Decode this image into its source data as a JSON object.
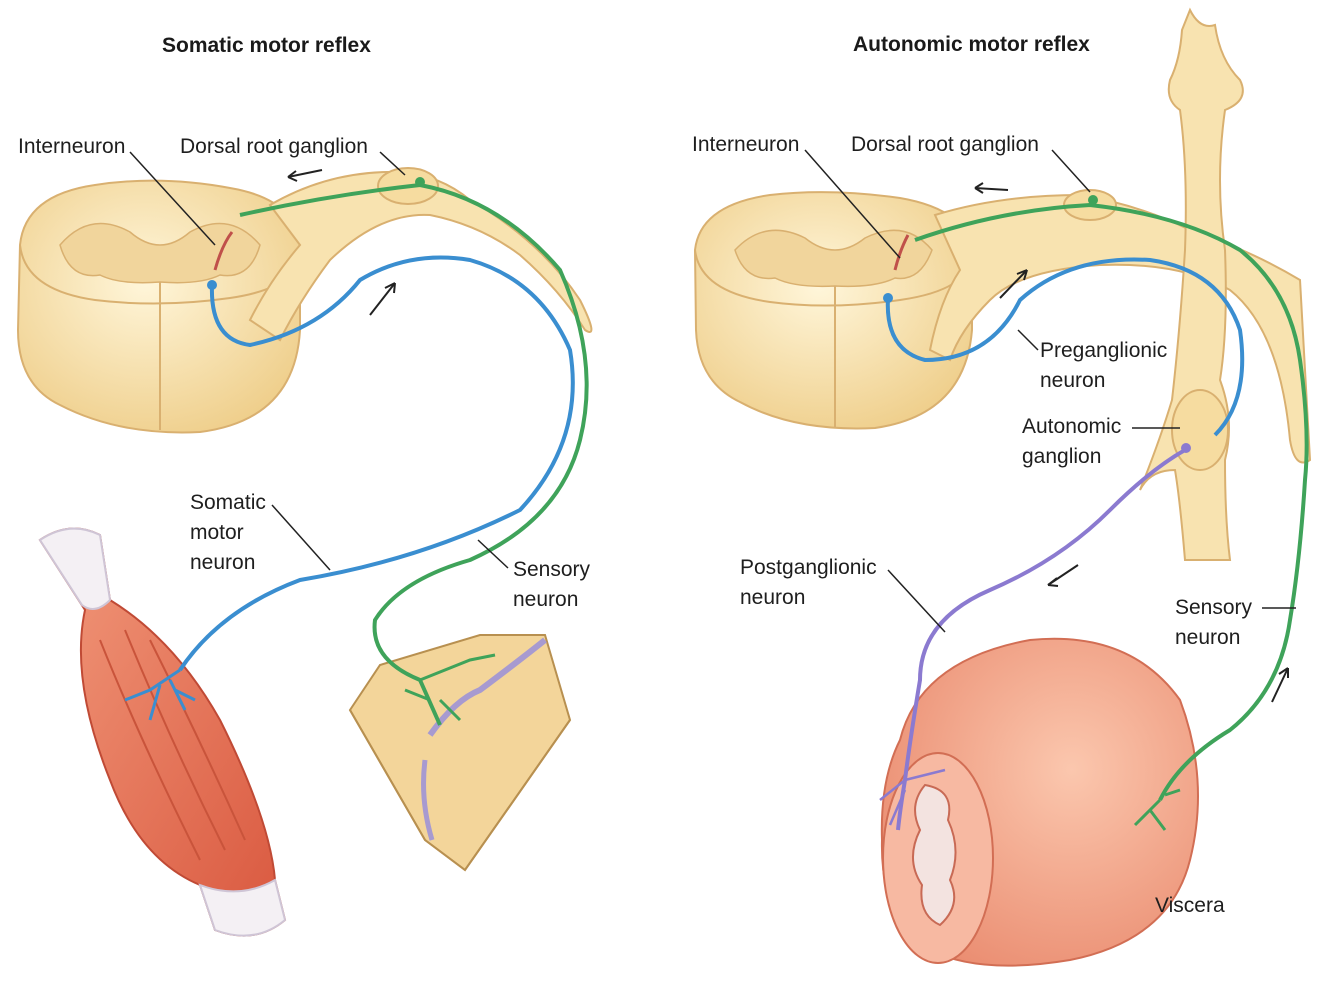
{
  "colors": {
    "nerve_tissue": "#f8e3b0",
    "sensory_neuron": "#3fa35a",
    "motor_neuron": "#3a8ed0",
    "postganglionic_neuron": "#8b7ad0",
    "interneuron": "#c0504a",
    "muscle": "#e47a5a",
    "viscera": "#f2a38a"
  },
  "somatic": {
    "title": "Somatic motor reflex",
    "interneuron": "Interneuron",
    "dorsal_root_ganglion": "Dorsal root ganglion",
    "somatic_motor_neuron": [
      "Somatic",
      "motor",
      "neuron"
    ],
    "sensory_neuron": [
      "Sensory",
      "neuron"
    ]
  },
  "autonomic": {
    "title": "Autonomic motor reflex",
    "interneuron": "Interneuron",
    "dorsal_root_ganglion": "Dorsal root ganglion",
    "preganglionic_neuron": [
      "Preganglionic",
      "neuron"
    ],
    "autonomic_ganglion": [
      "Autonomic",
      "ganglion"
    ],
    "postganglionic_neuron": [
      "Postganglionic",
      "neuron"
    ],
    "sensory_neuron": [
      "Sensory",
      "neuron"
    ],
    "viscera": "Viscera"
  }
}
